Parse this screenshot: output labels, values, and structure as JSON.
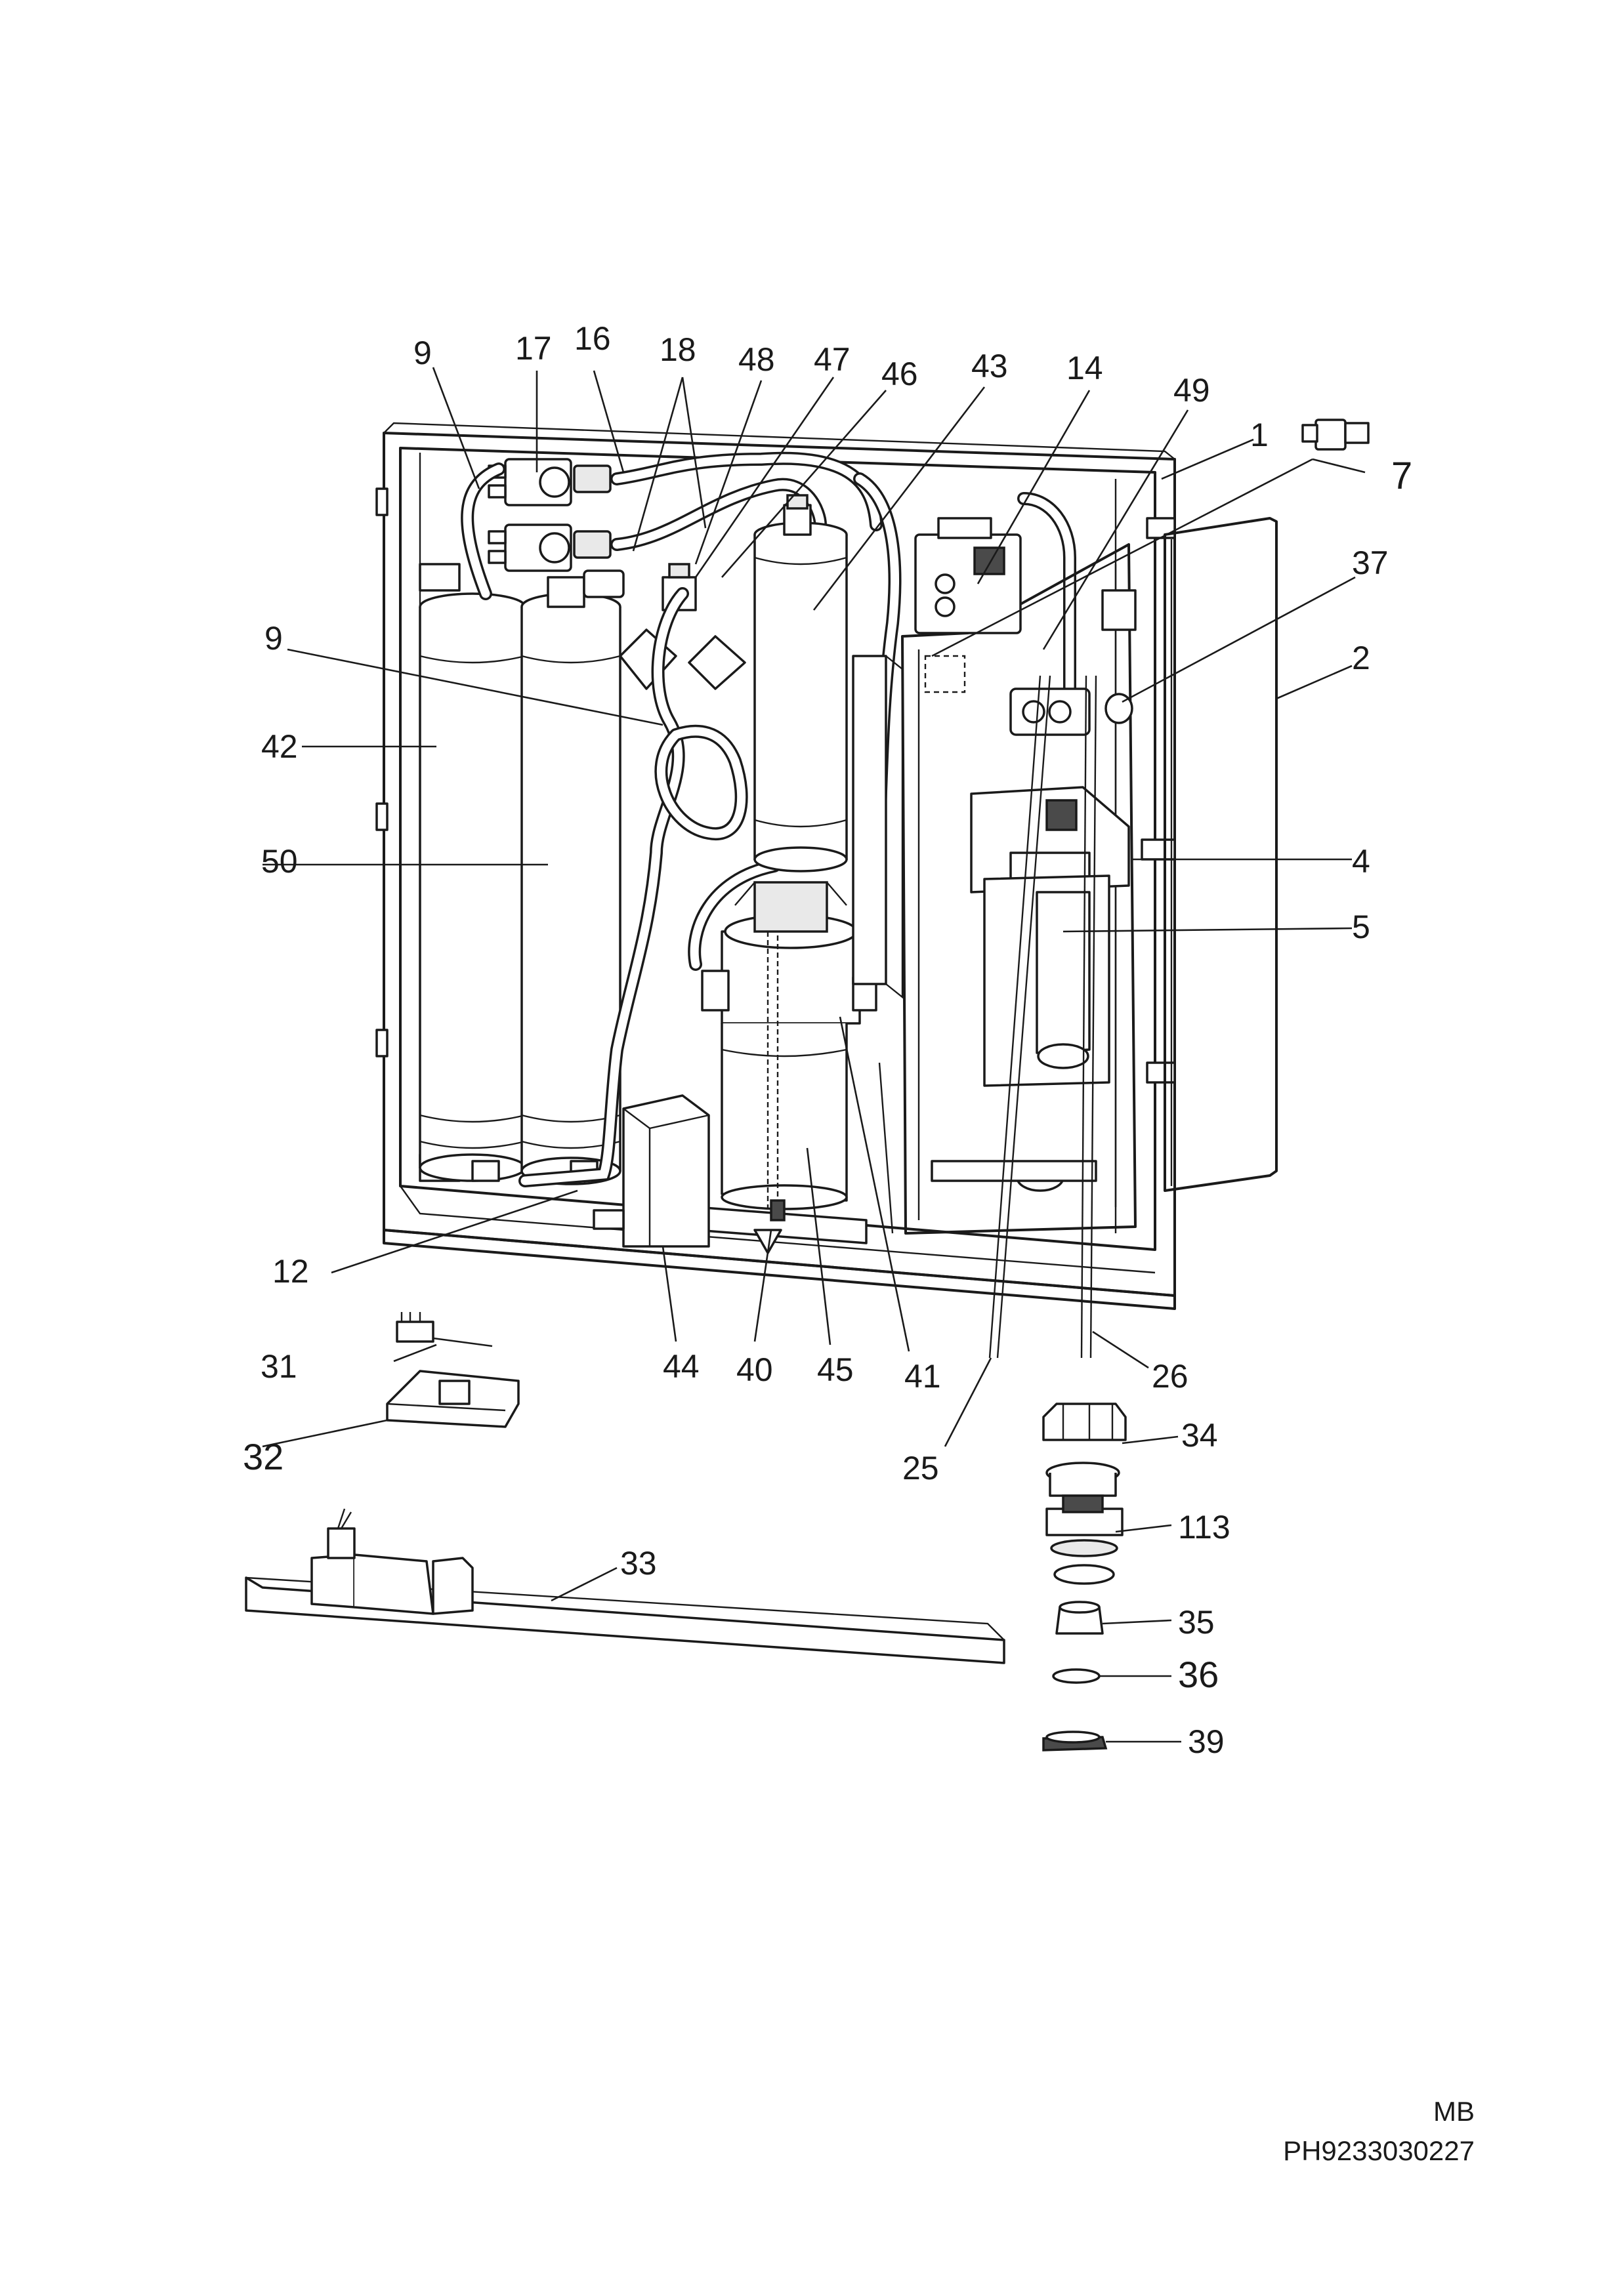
{
  "callouts": [
    {
      "id": "c9a",
      "text": "9"
    },
    {
      "id": "c17",
      "text": "17"
    },
    {
      "id": "c16",
      "text": "16"
    },
    {
      "id": "c18",
      "text": "18"
    },
    {
      "id": "c48",
      "text": "48"
    },
    {
      "id": "c47",
      "text": "47"
    },
    {
      "id": "c46",
      "text": "46"
    },
    {
      "id": "c43",
      "text": "43"
    },
    {
      "id": "c14",
      "text": "14"
    },
    {
      "id": "c49",
      "text": "49"
    },
    {
      "id": "c1",
      "text": "1"
    },
    {
      "id": "c7",
      "text": "7"
    },
    {
      "id": "c37",
      "text": "37"
    },
    {
      "id": "c9b",
      "text": "9"
    },
    {
      "id": "c2",
      "text": "2"
    },
    {
      "id": "c42",
      "text": "42"
    },
    {
      "id": "c50",
      "text": "50"
    },
    {
      "id": "c4",
      "text": "4"
    },
    {
      "id": "c5",
      "text": "5"
    },
    {
      "id": "c12",
      "text": "12"
    },
    {
      "id": "c31",
      "text": "31"
    },
    {
      "id": "c44",
      "text": "44"
    },
    {
      "id": "c40",
      "text": "40"
    },
    {
      "id": "c45",
      "text": "45"
    },
    {
      "id": "c41",
      "text": "41"
    },
    {
      "id": "c26",
      "text": "26"
    },
    {
      "id": "c32",
      "text": "32"
    },
    {
      "id": "c25",
      "text": "25"
    },
    {
      "id": "c34",
      "text": "34"
    },
    {
      "id": "c113",
      "text": "113"
    },
    {
      "id": "c33",
      "text": "33"
    },
    {
      "id": "c35",
      "text": "35"
    },
    {
      "id": "c36",
      "text": "36"
    },
    {
      "id": "c39",
      "text": "39"
    }
  ],
  "footer": {
    "code": "MB",
    "doc_number": "PH9233030227"
  }
}
